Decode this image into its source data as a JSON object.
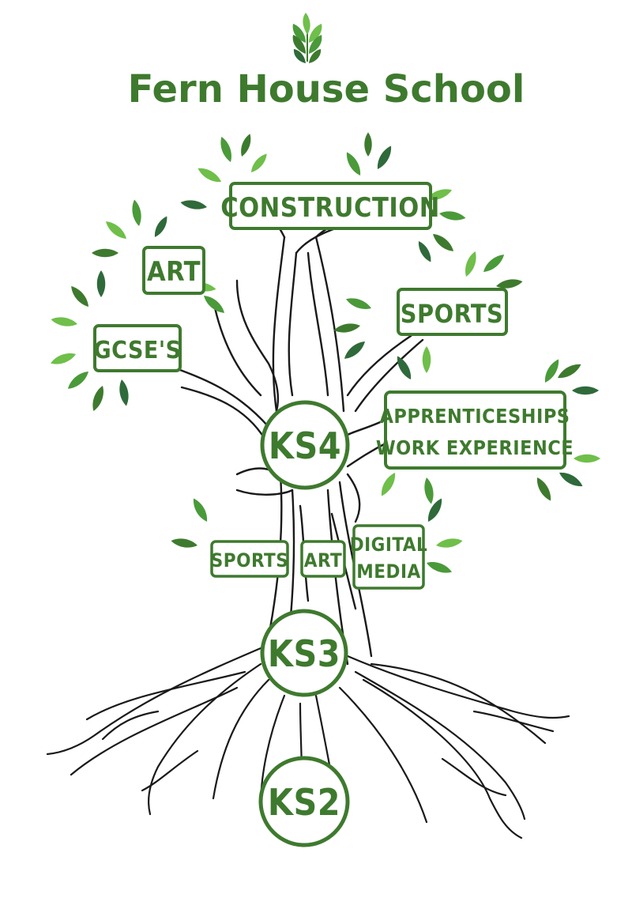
{
  "header": {
    "school_name": "Fern House School",
    "logo_icon": "fern-leaf-icon"
  },
  "colors": {
    "brand_green": "#3e7a2e",
    "leaf_light": "#6fbf4a",
    "leaf_mid": "#4a9a3a",
    "leaf_dark": "#2f6a3a",
    "ink": "#1a1a1a"
  },
  "nodes": {
    "construction": "CONSTRUCTION",
    "art_ks4": "ART",
    "gcses": "GCSE'S",
    "sports_ks4": "SPORTS",
    "apprenticeships_line1": "APPRENTICESHIPS",
    "apprenticeships_line2": "WORK EXPERIENCE",
    "ks4": "KS4",
    "sports_ks3": "SPORTS",
    "art_ks3": "ART",
    "digital_media_line1": "DIGITAL",
    "digital_media_line2": "MEDIA",
    "ks3": "KS3",
    "ks2": "KS2"
  }
}
